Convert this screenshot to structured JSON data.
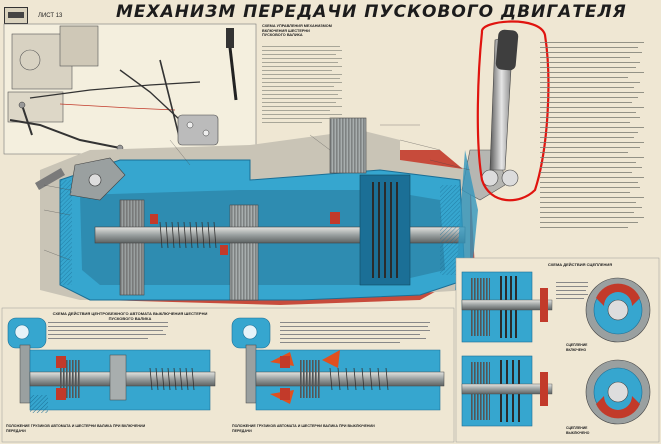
{
  "poster": {
    "title": "МЕХАНИЗМ ПЕРЕДАЧИ ПУСКОВОГО ДВИГАТЕЛЯ",
    "sheet": "ЛИСТ 13",
    "colors": {
      "background": "#efe7d3",
      "housing_blue": "#36a6cf",
      "housing_dark": "#1b6f96",
      "accent_red": "#c23a2a",
      "highlight_red": "#e0140f",
      "metal": "#9aa0a0"
    }
  },
  "scheme_control": {
    "title": "СХЕМА УПРАВЛЕНИЯ МЕХАНИЗМОМ ВКЛЮЧЕНИЯ ШЕСТЕРНИ ПУСКОВОГО ВАЛИКА"
  },
  "scheme_centrifugal": {
    "title": "СХЕМА ДЕЙСТВИЯ ЦЕНТРОБЕЖНОГО АВТОМАТА ВЫКЛЮЧЕНИЯ ШЕСТЕРНИ ПУСКОВОГО ВАЛИКА",
    "caption_left": "ПОЛОЖЕНИЕ ГРУЗИКОВ АВТОМАТА И ШЕСТЕРНИ ВАЛИКА ПРИ ВКЛЮЧЕНИИ ПЕРЕДАЧИ",
    "caption_right": "ПОЛОЖЕНИЕ ГРУЗИКОВ АВТОМАТА И ШЕСТЕРНИ ВАЛИКА ПРИ ВЫКЛЮЧЕНИИ ПЕРЕДАЧИ"
  },
  "scheme_clutch": {
    "title": "СХЕМА ДЕЙСТВИЯ СЦЕПЛЕНИЯ",
    "caption_top": "СЦЕПЛЕНИЕ ВКЛЮЧЕНО",
    "caption_bottom": "СЦЕПЛЕНИЕ ВЫКЛЮЧЕНО"
  }
}
